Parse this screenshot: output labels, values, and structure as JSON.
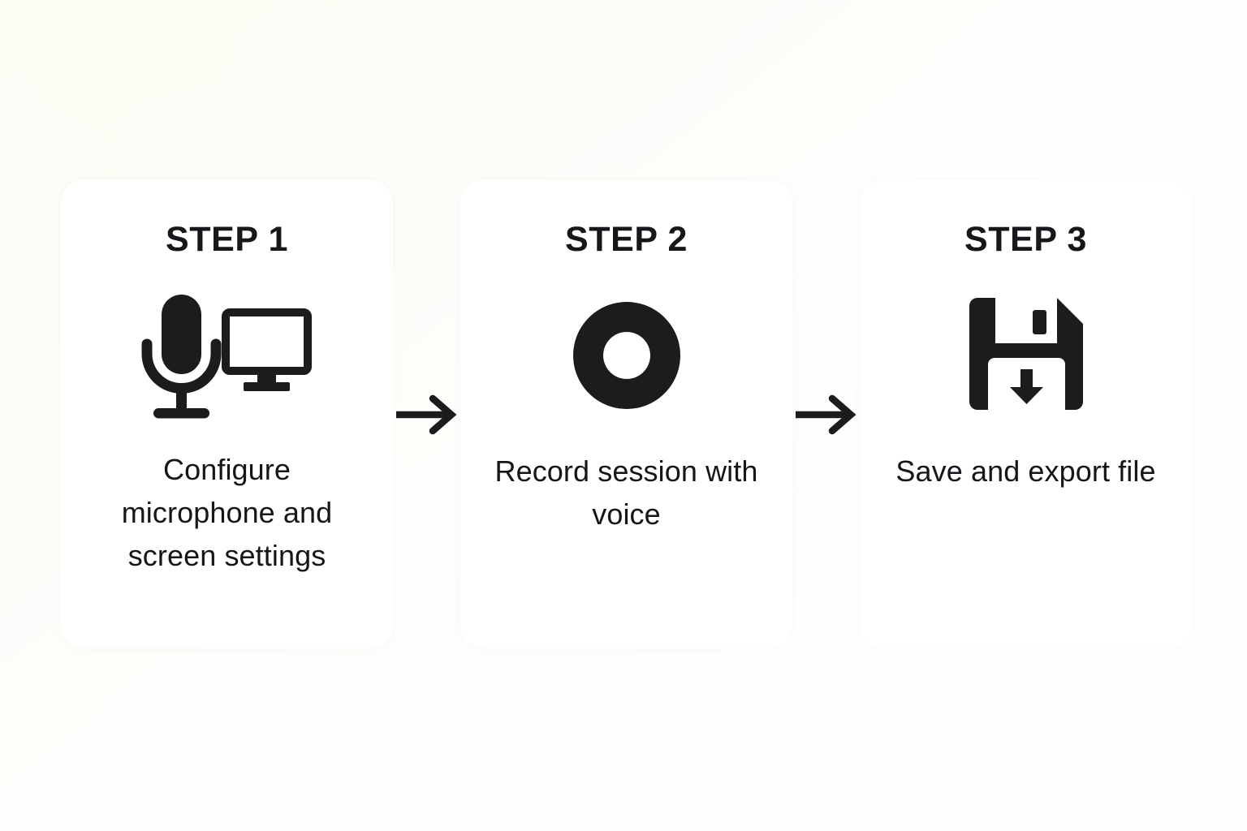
{
  "page": {
    "title": "Recording workflow — three step process",
    "background_color": "#fdfdfa",
    "card_color": "#ffffff",
    "ink_color": "#14161a"
  },
  "diagram": {
    "type": "process-flow",
    "orientation": "horizontal",
    "step_count": 3,
    "connector_icon": "arrow-right-icon",
    "steps": [
      {
        "label": "STEP 1",
        "icon": "microphone-and-monitor-icon",
        "caption": "Configure microphone and screen settings"
      },
      {
        "label": "STEP 2",
        "icon": "record-circle-icon",
        "caption": "Record session with voice"
      },
      {
        "label": "STEP 3",
        "icon": "floppy-disk-save-icon",
        "caption": "Save and export file"
      }
    ]
  }
}
